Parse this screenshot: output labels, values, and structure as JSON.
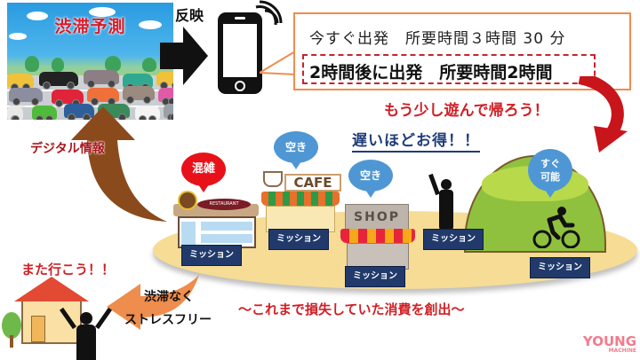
{
  "traffic_panel": {
    "title": "渋滞予測"
  },
  "reflect_label": "反映",
  "phone_message": {
    "line1": "今すぐ出発　所要時間３時間 30 分",
    "line2": "2時間後に出発　所要時間2時間"
  },
  "slogans": {
    "play_more": "もう少し遊んで帰ろう！",
    "later_is_better": "遅いほどお得！！",
    "digital_info": "デジタル情報",
    "go_again": "また行こう！！",
    "no_congestion": "渋滞なく",
    "stress_free": "ストレスフリー",
    "bottom": "～これまで損失していた消費を創出～"
  },
  "spots": [
    {
      "name": "restaurant",
      "bubble": "混雑",
      "bubble_color": "#e8111a",
      "sign": "RESTAURANT",
      "mission": "ミッション"
    },
    {
      "name": "cafe",
      "bubble": "空き",
      "bubble_color": "#4f97d4",
      "sign": "CAFE",
      "mission": "ミッション"
    },
    {
      "name": "shop",
      "bubble": "空き",
      "bubble_color": "#4f97d4",
      "sign": "SHOP",
      "mission": "ミッション"
    },
    {
      "name": "viewpoint",
      "mission": "ミッション"
    },
    {
      "name": "cycling",
      "bubble_line1": "すぐ",
      "bubble_line2": "可能",
      "bubble_color": "#4f97d4",
      "mission": "ミッション"
    }
  ],
  "logo": {
    "main": "YOUNG",
    "sub": "MACHINE"
  },
  "colors": {
    "accent_red": "#d01f25",
    "mission_navy": "#213a6b",
    "island_sand": "#f6dc95",
    "arrow_brown": "#8b4a1c",
    "arrow_orange": "#ee8d4d"
  }
}
